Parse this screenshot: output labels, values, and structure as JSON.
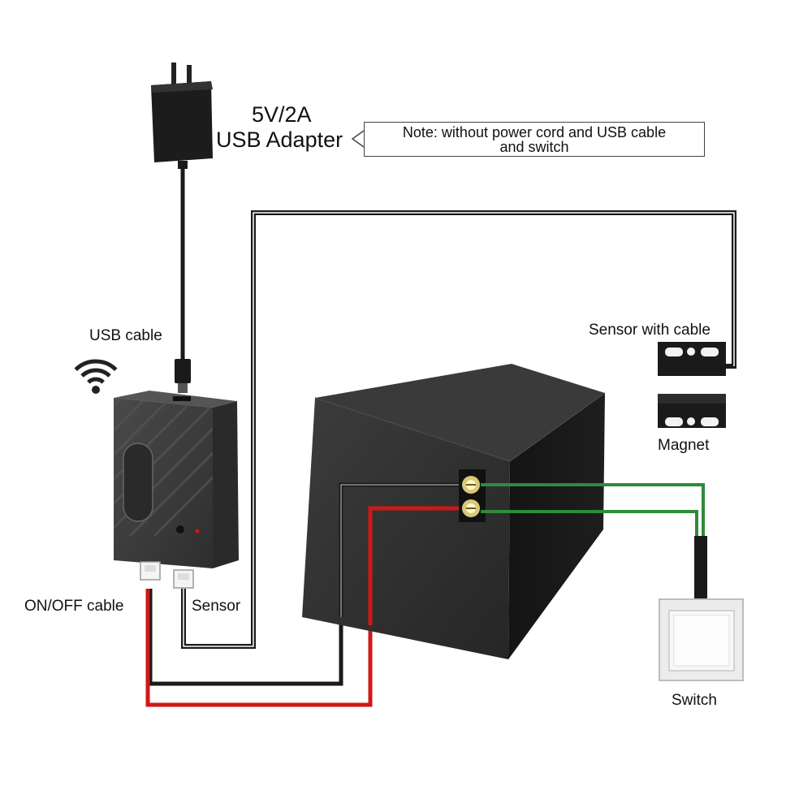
{
  "adapter": {
    "voltage_label": "5V/2A",
    "name_label": "USB Adapter"
  },
  "note": {
    "line1": "Note: without power cord and USB cable",
    "line2": "and switch"
  },
  "labels": {
    "usb_cable": "USB cable",
    "sensor_with_cable": "Sensor with cable",
    "magnet": "Magnet",
    "on_off_cable": "ON/OFF cable",
    "sensor": "Sensor",
    "switch": "Switch"
  },
  "colors": {
    "device_body": "#3a3a3a",
    "opener_box": "#2b2b2b",
    "wire_black": "#1a1a1a",
    "wire_red": "#d01818",
    "wire_green": "#2e8b3a",
    "led_red": "#e01010",
    "switch_plate": "#f0f0f0"
  },
  "icons": [
    "wifi-icon",
    "usb-adapter-icon",
    "controller-device-icon",
    "garage-opener-icon",
    "sensor-icon",
    "magnet-icon",
    "wall-switch-icon"
  ]
}
